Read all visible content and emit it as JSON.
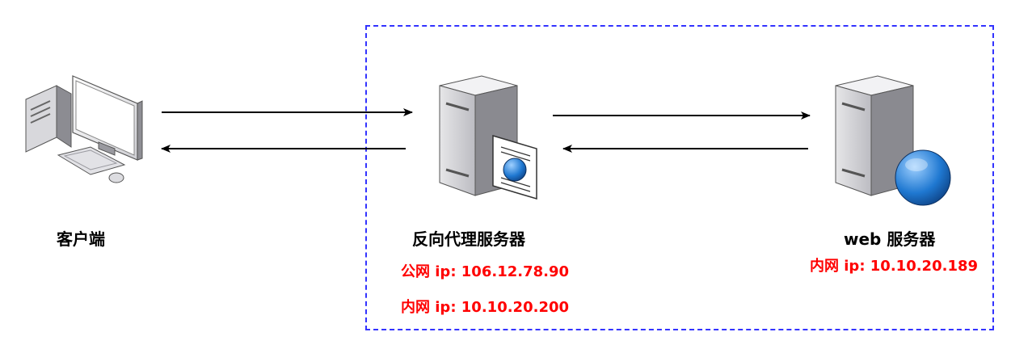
{
  "nodes": {
    "client": {
      "label": "客户端",
      "icon": "desktop-computer-icon"
    },
    "proxy": {
      "label": "反向代理服务器",
      "icon": "server-with-document-icon",
      "public_ip": "公网 ip: 106.12.78.90",
      "internal_ip": "内网 ip: 10.10.20.200"
    },
    "web": {
      "label": "web 服务器",
      "icon": "server-with-globe-icon",
      "internal_ip": "内网 ip: 10.10.20.189"
    }
  },
  "colors": {
    "ip_text": "#ff0000",
    "boundary": "#3333ff",
    "arrow": "#000000"
  }
}
